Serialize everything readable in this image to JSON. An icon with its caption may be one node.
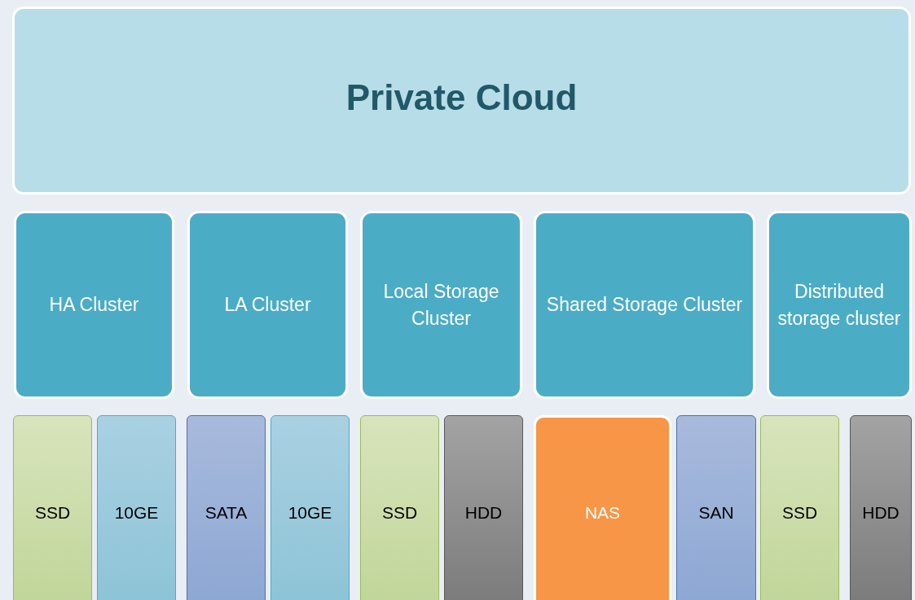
{
  "diagram": {
    "nodes": [
      {
        "text": [
          "Private Cloud"
        ]
      },
      {
        "text": [
          "HA Cluster"
        ]
      },
      {
        "text": [
          "LA Cluster"
        ]
      },
      {
        "text": [
          "Local Storage Cluster"
        ]
      },
      {
        "text": [
          "Shared Storage Cluster"
        ]
      },
      {
        "text": [
          "Distributed storage cluster"
        ]
      },
      {
        "text": [
          "SSD"
        ]
      },
      {
        "text": [
          "10GE"
        ]
      },
      {
        "text": [
          "SATA"
        ]
      },
      {
        "text": [
          "10GE"
        ]
      },
      {
        "text": [
          "SSD"
        ]
      },
      {
        "text": [
          "HDD"
        ]
      },
      {
        "text": [
          "NAS"
        ]
      },
      {
        "text": [
          "SAN"
        ]
      },
      {
        "text": [
          "SSD"
        ]
      },
      {
        "text": [
          "HDD"
        ]
      }
    ]
  }
}
